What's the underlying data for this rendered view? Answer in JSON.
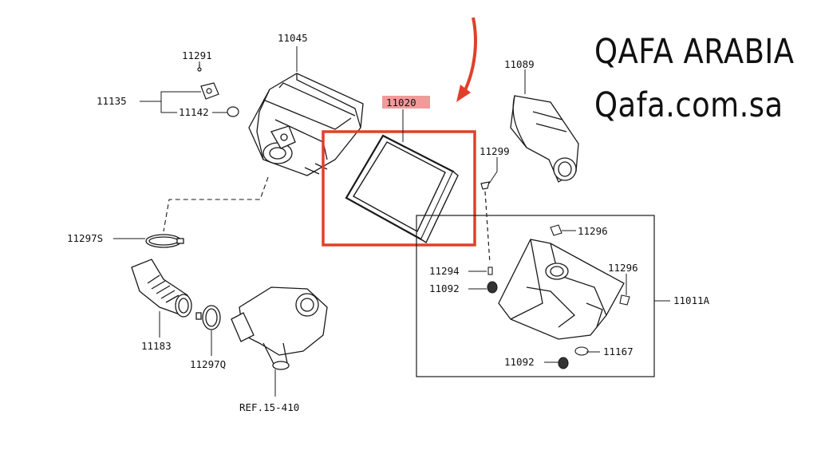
{
  "brand": {
    "name": "QAFA ARABIA",
    "website": "Qafa.com.sa"
  },
  "colors": {
    "highlight_box": "#e0402a",
    "arrow": "#e0402a",
    "highlight_label_bg": "#f29a9a",
    "line": "#1a1a1a"
  },
  "callouts": {
    "p11045": "11045",
    "p11291": "11291",
    "p11135": "11135",
    "p11142": "11142",
    "p11020": "11020",
    "p11089": "11089",
    "p11299": "11299",
    "p11296a": "11296",
    "p11296b": "11296",
    "p11294": "11294",
    "p11092a": "11092",
    "p11092b": "11092",
    "p11011A": "11011A",
    "p11167": "11167",
    "p11297S": "11297S",
    "p11183": "11183",
    "p11297Q": "11297Q",
    "ref": "REF.15-410"
  }
}
